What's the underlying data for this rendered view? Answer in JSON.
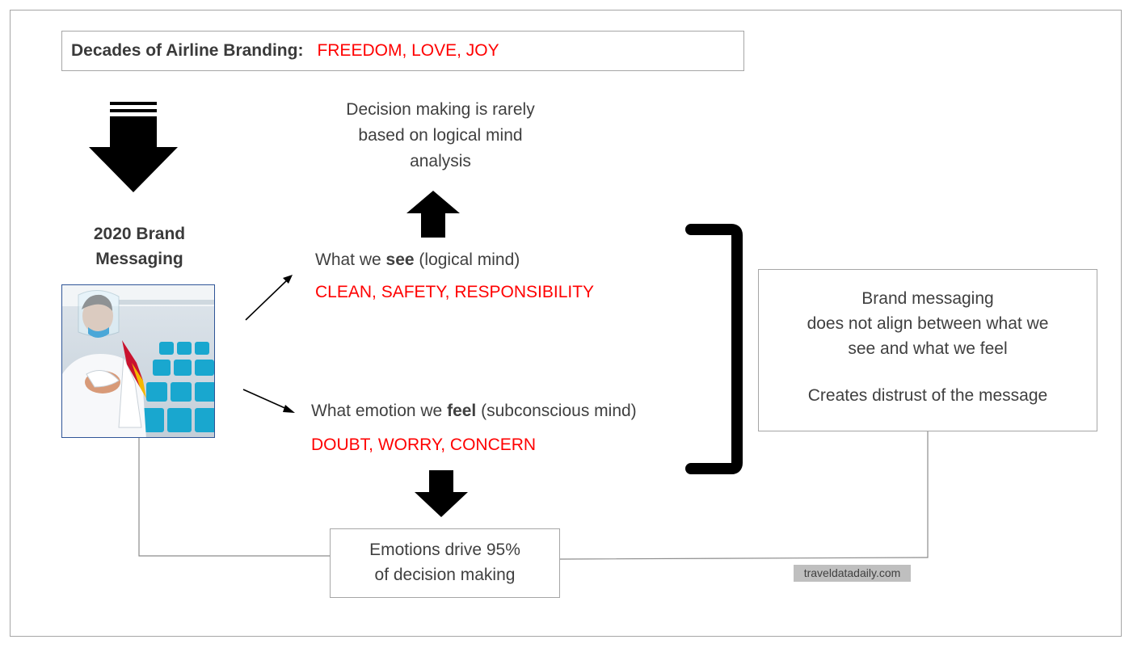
{
  "header": {
    "label": "Decades of Airline Branding:",
    "values": "FREEDOM, LOVE, JOY"
  },
  "top_note": {
    "line1": "Decision making is rarely",
    "line2": "based on logical mind",
    "line3": "analysis"
  },
  "brand": {
    "line1": "2020 Brand",
    "line2": "Messaging"
  },
  "see": {
    "prefix": "What we ",
    "bold": "see",
    "suffix": " (logical mind)",
    "values": "CLEAN, SAFETY, RESPONSIBILITY"
  },
  "feel": {
    "prefix": "What emotion we ",
    "bold": "feel",
    "suffix": " (subconscious mind)",
    "values": "DOUBT, WORRY, CONCERN"
  },
  "conclusion": {
    "line1": "Brand messaging",
    "line2": "does not align between what we",
    "line3": "see and what we feel",
    "line4": "Creates distrust of the message"
  },
  "emotions": {
    "line1": "Emotions drive 95%",
    "line2": "of decision making"
  },
  "credit": "traveldatadaily.com",
  "colors": {
    "accent_red": "#ff0000",
    "text": "#404040",
    "border": "#a6a6a6",
    "arrow": "#000000"
  },
  "icons": {
    "down_arrow_large": "striped-down-arrow-icon",
    "up_arrow": "up-arrow-icon",
    "down_arrow": "down-arrow-icon",
    "bracket": "right-bracket-icon"
  }
}
